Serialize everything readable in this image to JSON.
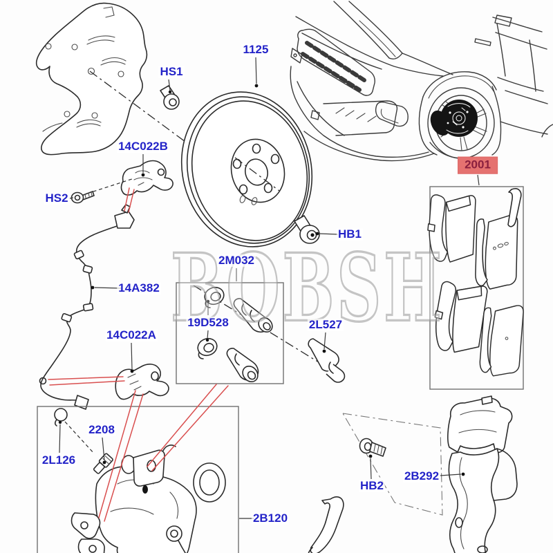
{
  "watermark": "BOBSH",
  "colors": {
    "label_blue": "#2323c8",
    "highlight_bg": "#e57270",
    "highlight_text": "#8a1f3e",
    "pointer_red": "#d94f4f",
    "line_art": "#2b2b2b",
    "background": "#fdfdfd"
  },
  "part_labels": {
    "p1125": "1125",
    "hs1": "HS1",
    "hs2": "HS2",
    "p14c022b": "14C022B",
    "p14a382": "14A382",
    "p14c022a": "14C022A",
    "p2m032": "2M032",
    "p19d528": "19D528",
    "p2l527": "2L527",
    "hb1": "HB1",
    "p2001": "2001",
    "p2l126": "2L126",
    "p2208": "2208",
    "p2b120": "2B120",
    "hb2": "HB2",
    "p2b292": "2B292"
  }
}
